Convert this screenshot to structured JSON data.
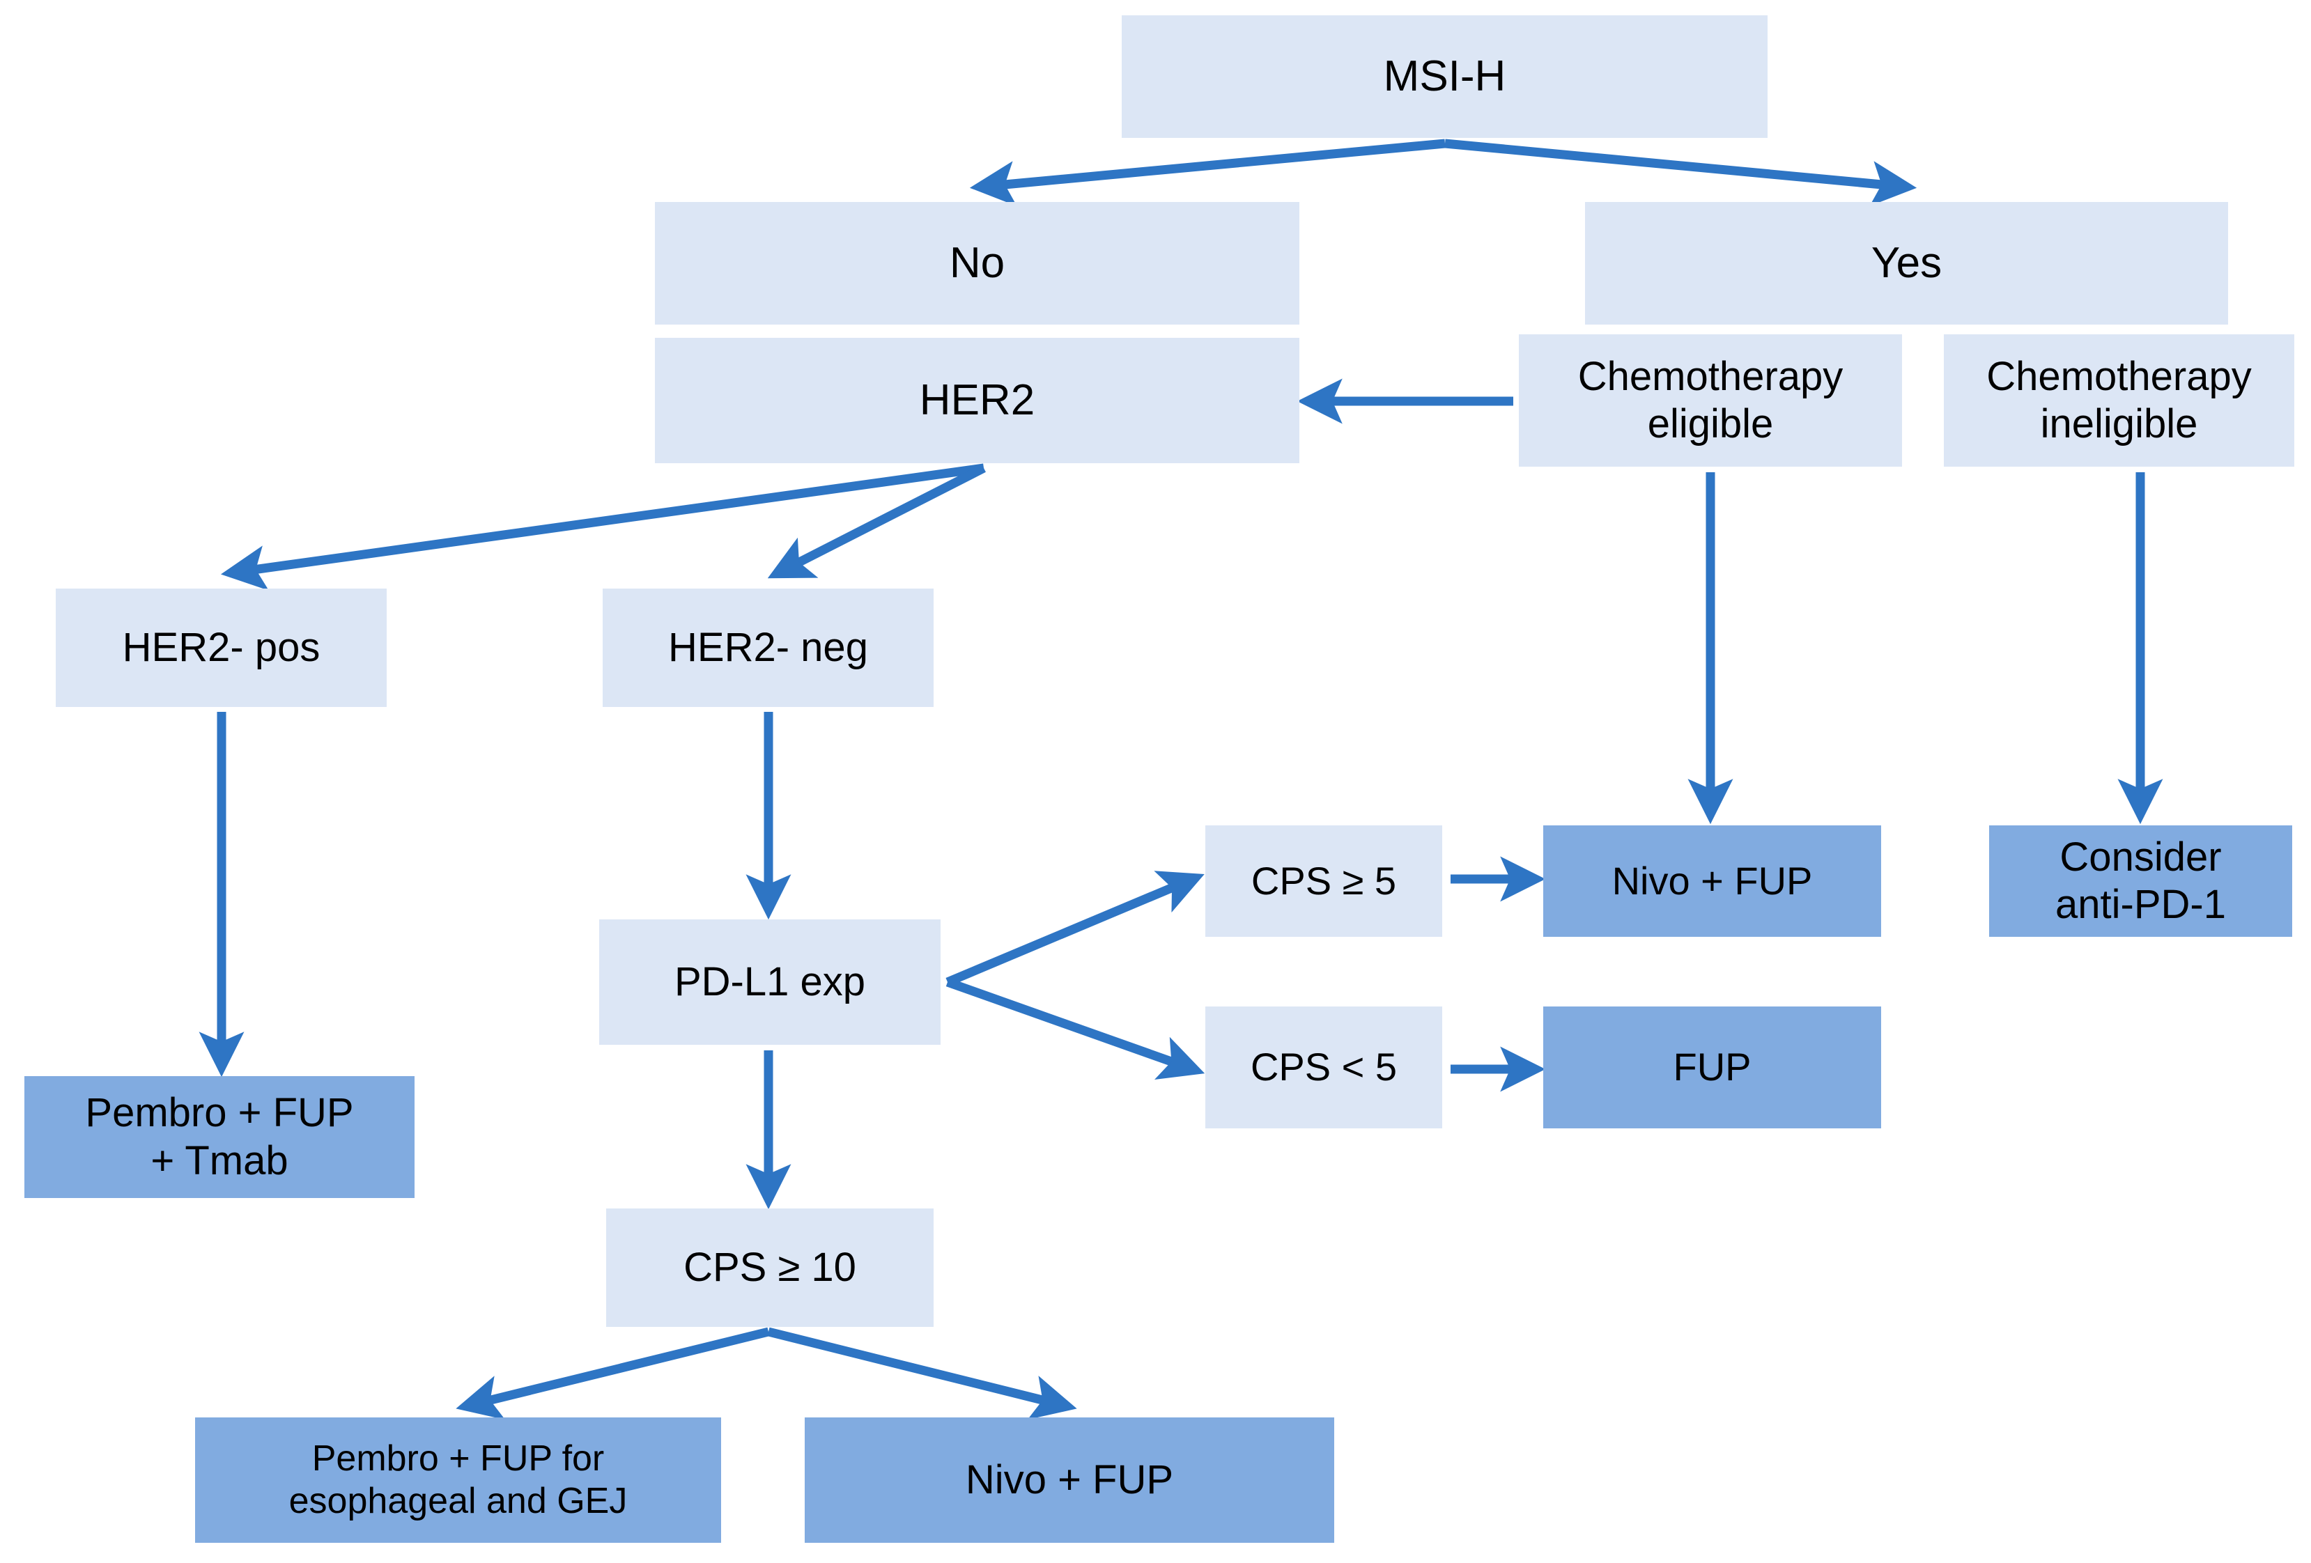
{
  "diagram": {
    "title": "MSI-H treatment decision flowchart",
    "colors": {
      "node_light": "#DCE6F5",
      "node_dark": "#81ABE0",
      "connector": "#2E75C4",
      "text": "#000000",
      "background": "#FFFFFF"
    },
    "nodes": [
      {
        "id": "msi_h",
        "label": "MSI-H"
      },
      {
        "id": "no",
        "label": "No"
      },
      {
        "id": "yes",
        "label": "Yes"
      },
      {
        "id": "her2",
        "label": "HER2"
      },
      {
        "id": "chemo_eligible",
        "label": "Chemotherapy\neligible"
      },
      {
        "id": "chemo_ineligible",
        "label": "Chemotherapy\nineligible"
      },
      {
        "id": "her2_pos",
        "label": "HER2- pos"
      },
      {
        "id": "her2_neg",
        "label": "HER2- neg"
      },
      {
        "id": "pdl1_exp",
        "label": "PD-L1 exp"
      },
      {
        "id": "cps_ge_5",
        "label": "CPS ≥ 5"
      },
      {
        "id": "cps_lt_5",
        "label": "CPS < 5"
      },
      {
        "id": "nivo_fup_top",
        "label": "Nivo + FUP"
      },
      {
        "id": "fup",
        "label": "FUP"
      },
      {
        "id": "consider_antipd1",
        "label": "Consider\nanti-PD-1"
      },
      {
        "id": "pembro_fup_tmab",
        "label": "Pembro + FUP\n+ Tmab"
      },
      {
        "id": "cps_ge_10",
        "label": "CPS ≥ 10"
      },
      {
        "id": "pembro_fup_gej",
        "label": "Pembro + FUP for\nesophageal and GEJ"
      },
      {
        "id": "nivo_fup_bottom",
        "label": "Nivo + FUP"
      }
    ],
    "edges": [
      {
        "from": "msi_h",
        "to": "no"
      },
      {
        "from": "msi_h",
        "to": "yes"
      },
      {
        "from": "chemo_eligible",
        "to": "her2"
      },
      {
        "from": "her2",
        "to": "her2_pos"
      },
      {
        "from": "her2",
        "to": "her2_neg"
      },
      {
        "from": "chemo_eligible",
        "to": "nivo_fup_top"
      },
      {
        "from": "chemo_ineligible",
        "to": "consider_antipd1"
      },
      {
        "from": "her2_pos",
        "to": "pembro_fup_tmab"
      },
      {
        "from": "her2_neg",
        "to": "pdl1_exp"
      },
      {
        "from": "pdl1_exp",
        "to": "cps_ge_5"
      },
      {
        "from": "pdl1_exp",
        "to": "cps_lt_5"
      },
      {
        "from": "cps_ge_5",
        "to": "nivo_fup_top"
      },
      {
        "from": "cps_lt_5",
        "to": "fup"
      },
      {
        "from": "pdl1_exp",
        "to": "cps_ge_10"
      },
      {
        "from": "cps_ge_10",
        "to": "pembro_fup_gej"
      },
      {
        "from": "cps_ge_10",
        "to": "nivo_fup_bottom"
      }
    ]
  }
}
